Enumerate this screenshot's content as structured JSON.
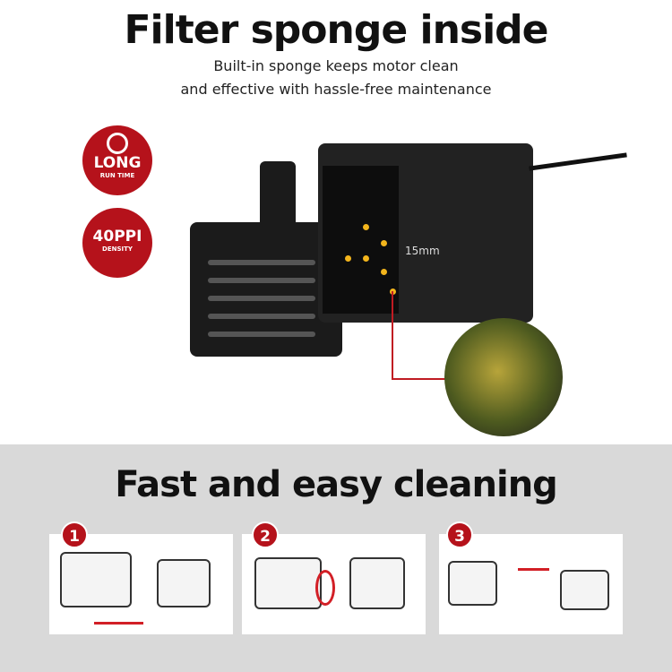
{
  "header": {
    "title": "Filter sponge inside",
    "subtitle_line1": "Built-in sponge keeps motor clean",
    "subtitle_line2": "and effective with hassle-free maintenance"
  },
  "badges": [
    {
      "big": "LONG",
      "small": "RUN TIME",
      "icon": "clock-icon"
    },
    {
      "big": "40PPI",
      "small": "DENSITY"
    }
  ],
  "measure": "15mm",
  "cleaning": {
    "title": "Fast and easy cleaning",
    "steps": [
      "1",
      "2",
      "3"
    ]
  },
  "colors": {
    "accent": "#b5121b",
    "panel": "#d9d9d9"
  }
}
